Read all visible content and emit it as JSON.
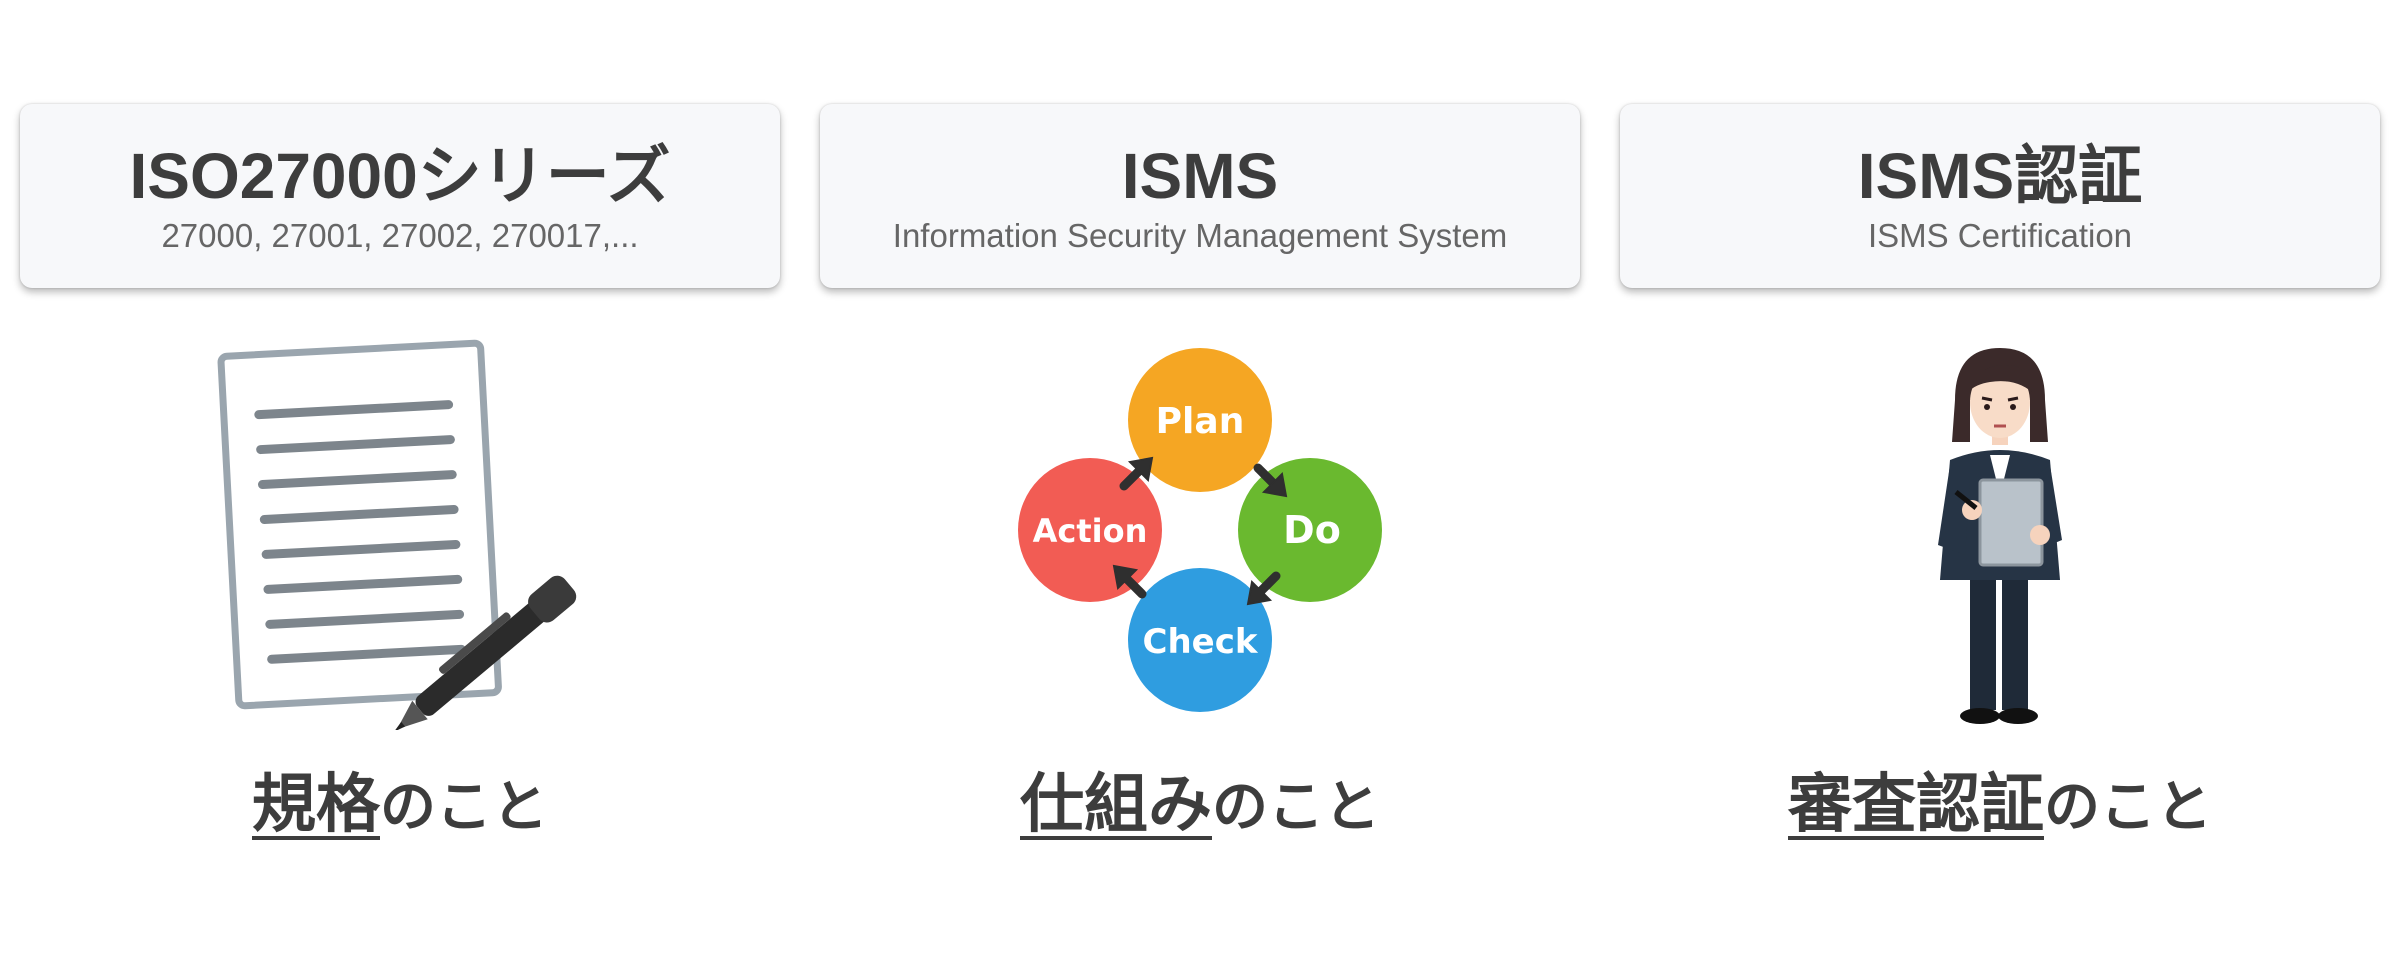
{
  "columns": [
    {
      "title": "ISO27000シリーズ",
      "subtitle": "27000, 27001, 27002, 270017,...",
      "caption_emphasis": "規格",
      "caption_rest": "のこと",
      "icon": "document-with-pen-icon"
    },
    {
      "title": "ISMS",
      "subtitle": "Information Security Management System",
      "caption_emphasis": "仕組み",
      "caption_rest": "のこと",
      "icon": "pdca-cycle-icon",
      "pdca": {
        "plan": "Plan",
        "do": "Do",
        "check": "Check",
        "action": "Action",
        "colors": {
          "plan": "#f5a623",
          "do": "#6ab92f",
          "check": "#2f9de0",
          "action": "#f25c54"
        }
      }
    },
    {
      "title": "ISMS認証",
      "subtitle": "ISMS Certification",
      "caption_emphasis": "審査認証",
      "caption_rest": "のこと",
      "icon": "auditor-woman-icon"
    }
  ]
}
